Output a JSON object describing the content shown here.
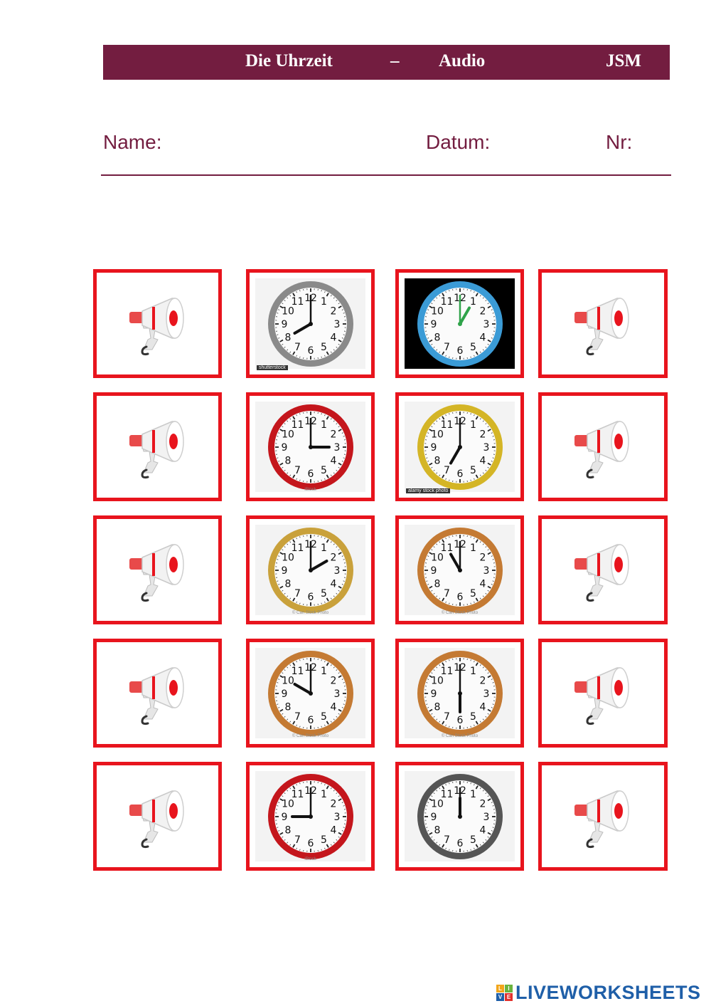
{
  "header": {
    "title": "Die Uhrzeit",
    "dash": "–",
    "subtitle": "Audio",
    "author": "JSM"
  },
  "meta": {
    "name_label": "Name:",
    "date_label": "Datum:",
    "number_label": "Nr:"
  },
  "clocks": [
    {
      "time": "8:00",
      "hour": 8,
      "minute": 0,
      "rim": "#8a8a8a",
      "credit": "shutterstock"
    },
    {
      "time": "1:00",
      "hour": 1,
      "minute": 0,
      "rim": "#3b9bd6",
      "credit": ""
    },
    {
      "time": "3:00",
      "hour": 3,
      "minute": 0,
      "rim": "#c4161c",
      "credit": "iStock"
    },
    {
      "time": "7:00",
      "hour": 7,
      "minute": 0,
      "rim": "#d4b526",
      "credit": "alamy stock photo"
    },
    {
      "time": "2:00",
      "hour": 2,
      "minute": 0,
      "rim": "#c9a13b",
      "credit": "© Can Stock Photo"
    },
    {
      "time": "11:00",
      "hour": 11,
      "minute": 0,
      "rim": "#c47a33",
      "credit": "© Can Stock Photo"
    },
    {
      "time": "10:00",
      "hour": 10,
      "minute": 0,
      "rim": "#c47a33",
      "credit": "© Can Stock Photo"
    },
    {
      "time": "6:00",
      "hour": 6,
      "minute": 0,
      "rim": "#c47a33",
      "credit": "© Can Stock Photo"
    },
    {
      "time": "9:00",
      "hour": 9,
      "minute": 0,
      "rim": "#c4161c",
      "credit": "iStock"
    },
    {
      "time": "12:00",
      "hour": 12,
      "minute": 0,
      "rim": "#555555",
      "credit": ""
    }
  ],
  "audio_icon": "megaphone-icon",
  "colors": {
    "banner": "#731d40",
    "tile_border": "#e8141d",
    "brand": "#1f5fa8"
  },
  "footer": {
    "logo_text": "LIVEWORKSHEETS"
  }
}
